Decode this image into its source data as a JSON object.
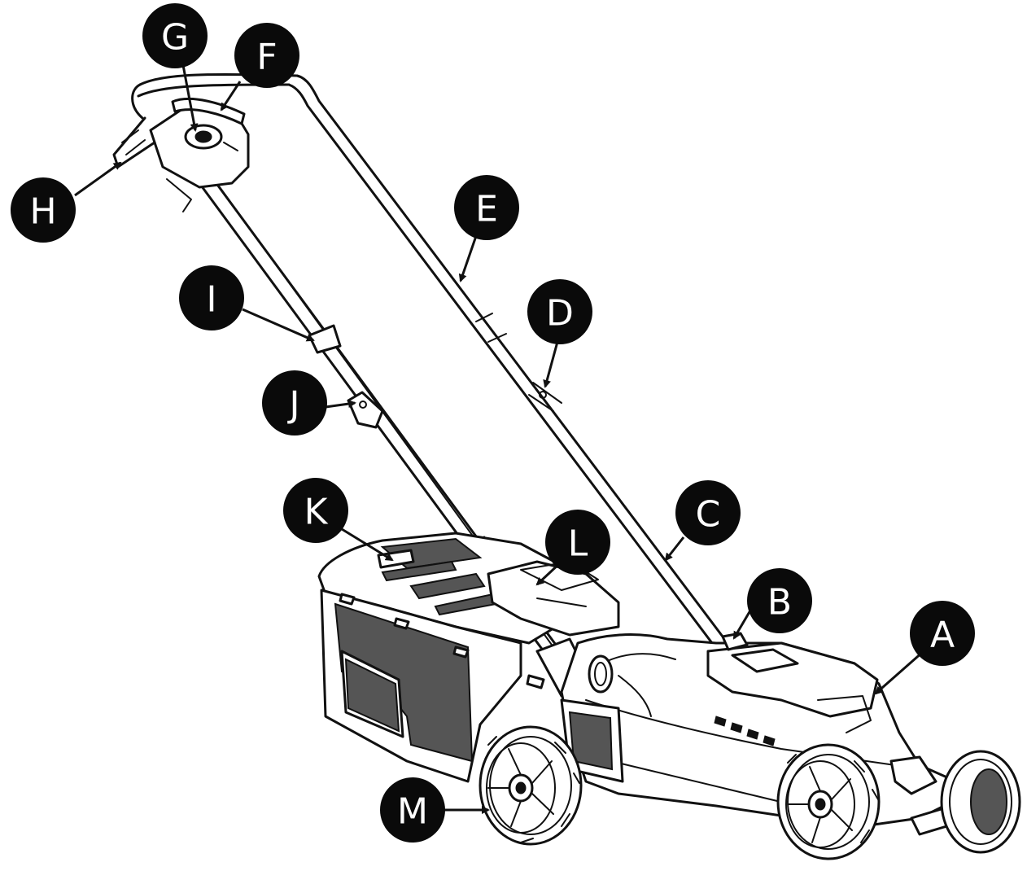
{
  "callouts": [
    {
      "id": "A",
      "label": "A"
    },
    {
      "id": "B",
      "label": "B"
    },
    {
      "id": "C",
      "label": "C"
    },
    {
      "id": "D",
      "label": "D"
    },
    {
      "id": "E",
      "label": "E"
    },
    {
      "id": "F",
      "label": "F"
    },
    {
      "id": "G",
      "label": "G"
    },
    {
      "id": "H",
      "label": "H"
    },
    {
      "id": "I",
      "label": "I"
    },
    {
      "id": "J",
      "label": "J"
    },
    {
      "id": "K",
      "label": "K"
    },
    {
      "id": "L",
      "label": "L"
    },
    {
      "id": "M",
      "label": "M"
    }
  ]
}
